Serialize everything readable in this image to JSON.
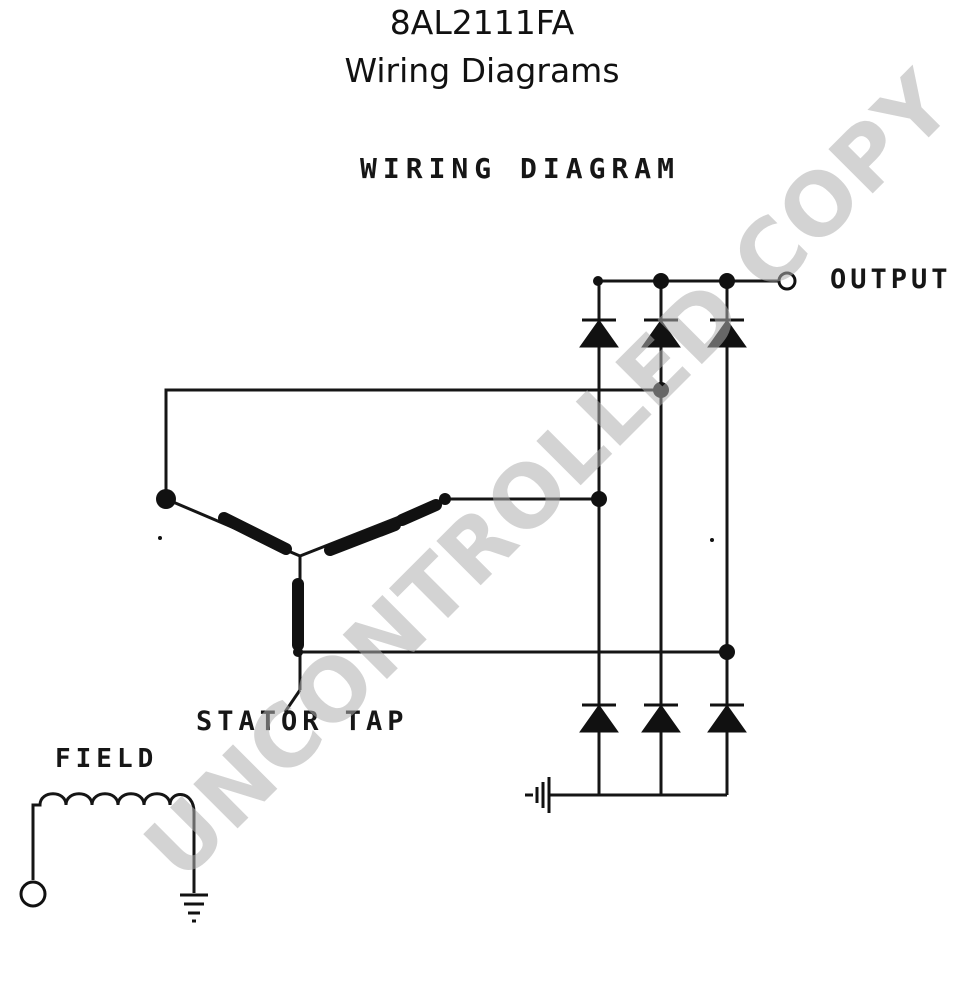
{
  "document": {
    "part_number": "8AL2111FA",
    "subtitle": "Wiring Diagrams"
  },
  "diagram": {
    "heading": "WIRING DIAGRAM",
    "labels": {
      "output": "OUTPUT",
      "stator_tap": "STATOR TAP",
      "field": "FIELD"
    }
  },
  "watermark": "UNCONTROLLED COPY"
}
